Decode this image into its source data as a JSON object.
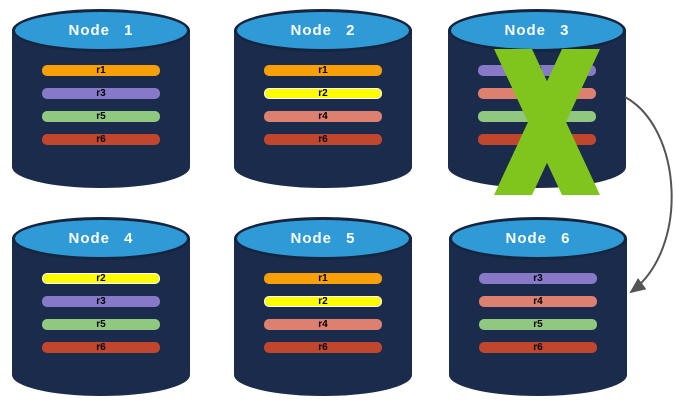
{
  "palette": {
    "cylinder_body": "#1A2B4C",
    "cylinder_top": "#2E9BD7",
    "cylinder_top_border": "#16253F",
    "failure_x": "#80C41E",
    "arrow": "#545454"
  },
  "nodes": [
    {
      "title": "Node 1",
      "bars": [
        {
          "label": "r1",
          "color": "#F9A008"
        },
        {
          "label": "r3",
          "color": "#8878C8"
        },
        {
          "label": "r5",
          "color": "#8FC87E"
        },
        {
          "label": "r6",
          "color": "#C1462E"
        }
      ]
    },
    {
      "title": "Node 2",
      "bars": [
        {
          "label": "r1",
          "color": "#F9A008"
        },
        {
          "label": "r2",
          "color": "#FEFE00",
          "border": "#FFFFFF"
        },
        {
          "label": "r4",
          "color": "#DD8070"
        },
        {
          "label": "r6",
          "color": "#C1462E"
        }
      ]
    },
    {
      "title": "Node 3",
      "bars": [
        {
          "label": "r3",
          "color": "#8878C8"
        },
        {
          "label": "",
          "color": "#DD8070"
        },
        {
          "label": "",
          "color": "#8FC87E"
        },
        {
          "label": "",
          "color": "#C1462E"
        }
      ]
    },
    {
      "title": "Node 4",
      "bars": [
        {
          "label": "r2",
          "color": "#FEFE00",
          "border": "#FFFFFF"
        },
        {
          "label": "r3",
          "color": "#8878C8"
        },
        {
          "label": "r5",
          "color": "#8FC87E"
        },
        {
          "label": "r6",
          "color": "#C1462E"
        }
      ]
    },
    {
      "title": "Node 5",
      "bars": [
        {
          "label": "r1",
          "color": "#F9A008"
        },
        {
          "label": "r2",
          "color": "#FEFE00",
          "border": "#FFFFFF"
        },
        {
          "label": "r4",
          "color": "#DD8070"
        },
        {
          "label": "r6",
          "color": "#C1462E"
        }
      ]
    },
    {
      "title": "Node 6",
      "bars": [
        {
          "label": "r3",
          "color": "#8878C8"
        },
        {
          "label": "r4",
          "color": "#DD8070"
        },
        {
          "label": "r5",
          "color": "#8FC87E"
        },
        {
          "label": "r6",
          "color": "#C1462E"
        }
      ]
    }
  ],
  "annotations": {
    "failure_x_on": "Node 3",
    "arrow": {
      "from": "Node 3",
      "to": "Node 6"
    }
  }
}
